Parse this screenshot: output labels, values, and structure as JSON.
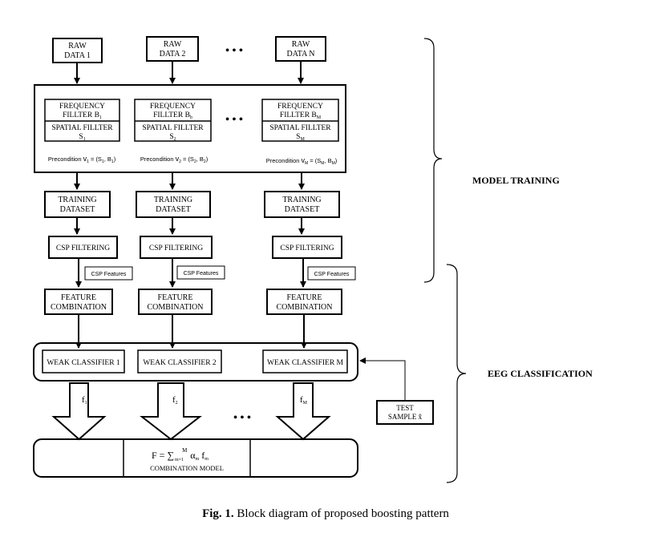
{
  "raw_data": [
    {
      "line1": "RAW",
      "line2": "DATA 1"
    },
    {
      "line1": "RAW",
      "line2": "DATA 2"
    },
    {
      "line1": "RAW",
      "line2": "DATA N"
    }
  ],
  "ellipsis": "• • •",
  "filter_columns": [
    {
      "freq1": "FREQUENCY",
      "freq2": "FILLTER  B",
      "freq_sub": "1",
      "spat1": "SPATIAL FILLTER",
      "spat2": "S",
      "spat_sub": "1",
      "pre_label": "Precondition",
      "pre_var": "v",
      "pre_var_sub": "1",
      "pre_eq": " = (S",
      "pre_s_sub": "1",
      "pre_mid": ", B",
      "pre_b_sub": "1",
      "pre_end": ")"
    },
    {
      "freq1": "FREQUENCY",
      "freq2": "FILLTER  B",
      "freq_sub": "b",
      "spat1": "SPATIAL FILLTER",
      "spat2": "S",
      "spat_sub": "2",
      "pre_label": "Precondition",
      "pre_var": "v",
      "pre_var_sub": "2",
      "pre_eq": " = (S",
      "pre_s_sub": "2",
      "pre_mid": ", B",
      "pre_b_sub": "2",
      "pre_end": ")"
    },
    {
      "freq1": "FREQUENCY",
      "freq2": "FILLTER  B",
      "freq_sub": "M",
      "spat1": "SPATIAL FILLTER",
      "spat2": "S",
      "spat_sub": "M",
      "pre_label": "Precondition",
      "pre_var": "v",
      "pre_var_sub": "M",
      "pre_eq": " = (S",
      "pre_s_sub": "M",
      "pre_mid": ", B",
      "pre_b_sub": "M",
      "pre_end": ")"
    }
  ],
  "training": {
    "line1": "TRAINING",
    "line2": "DATASET"
  },
  "csp_filtering": "CSP FILTERING",
  "csp_features": "CSP Features",
  "feature_combination": {
    "line1": "FEATURE",
    "line2": "COMBINATION"
  },
  "weak_classifiers": [
    "WEAK CLASSIFIER 1",
    "WEAK CLASSIFIER 2",
    "WEAK CLASSIFIER M"
  ],
  "outputs": [
    {
      "var": "f",
      "sub": "1"
    },
    {
      "var": "f",
      "sub": "2"
    },
    {
      "var": "f",
      "sub": "M"
    }
  ],
  "test_sample": {
    "line1": "TEST",
    "line2": "SAMPLE x̂"
  },
  "combination": {
    "lhs": "F = ∑",
    "sum_sub": "m=1",
    "sum_sup": "M",
    "alpha": "α",
    "alpha_sub": "m",
    "f": "f",
    "f_sub": "m",
    "label": "COMBINATION MODEL"
  },
  "phases": {
    "training": "MODEL TRAINING",
    "classification": "EEG CLASSIFICATION"
  },
  "caption": {
    "prefix": "Fig. 1.",
    "text": "Block diagram of proposed boosting pattern"
  }
}
